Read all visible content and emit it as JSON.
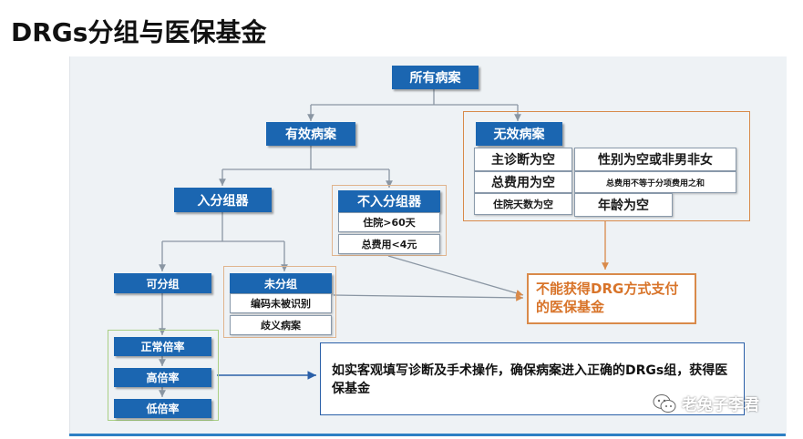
{
  "title": "DRGs分组与医保基金",
  "nodes": {
    "all_cases": "所有病案",
    "valid_cases": "有效病案",
    "invalid_cases": "无效病案",
    "enter_grouper": "入分组器",
    "not_enter_grouper": "不入分组器",
    "groupable": "可分组",
    "ungrouped": "未分组",
    "normal_rate": "正常倍率",
    "high_rate": "高倍率",
    "low_rate": "低倍率"
  },
  "invalid_reasons": [
    "主诊断为空",
    "性别为空或非男非女",
    "总费用为空",
    "总费用不等于分项费用之和",
    "住院天数为空",
    "年龄为空"
  ],
  "not_enter_reasons": [
    "住院>60天",
    "总费用<4元"
  ],
  "ungrouped_reasons": [
    "编码未被识别",
    "歧义病案"
  ],
  "result_text": "不能获得DRG方式支付的医保基金",
  "advice_text": "如实客观填写诊断及手术操作，确保病案进入正确的DRGs组，获得医保基金",
  "watermark": "老兔子李君",
  "colors": {
    "node_blue": "#1b66b1",
    "result_orange": "#d8742a",
    "panel_bg": "#eef2f5"
  }
}
